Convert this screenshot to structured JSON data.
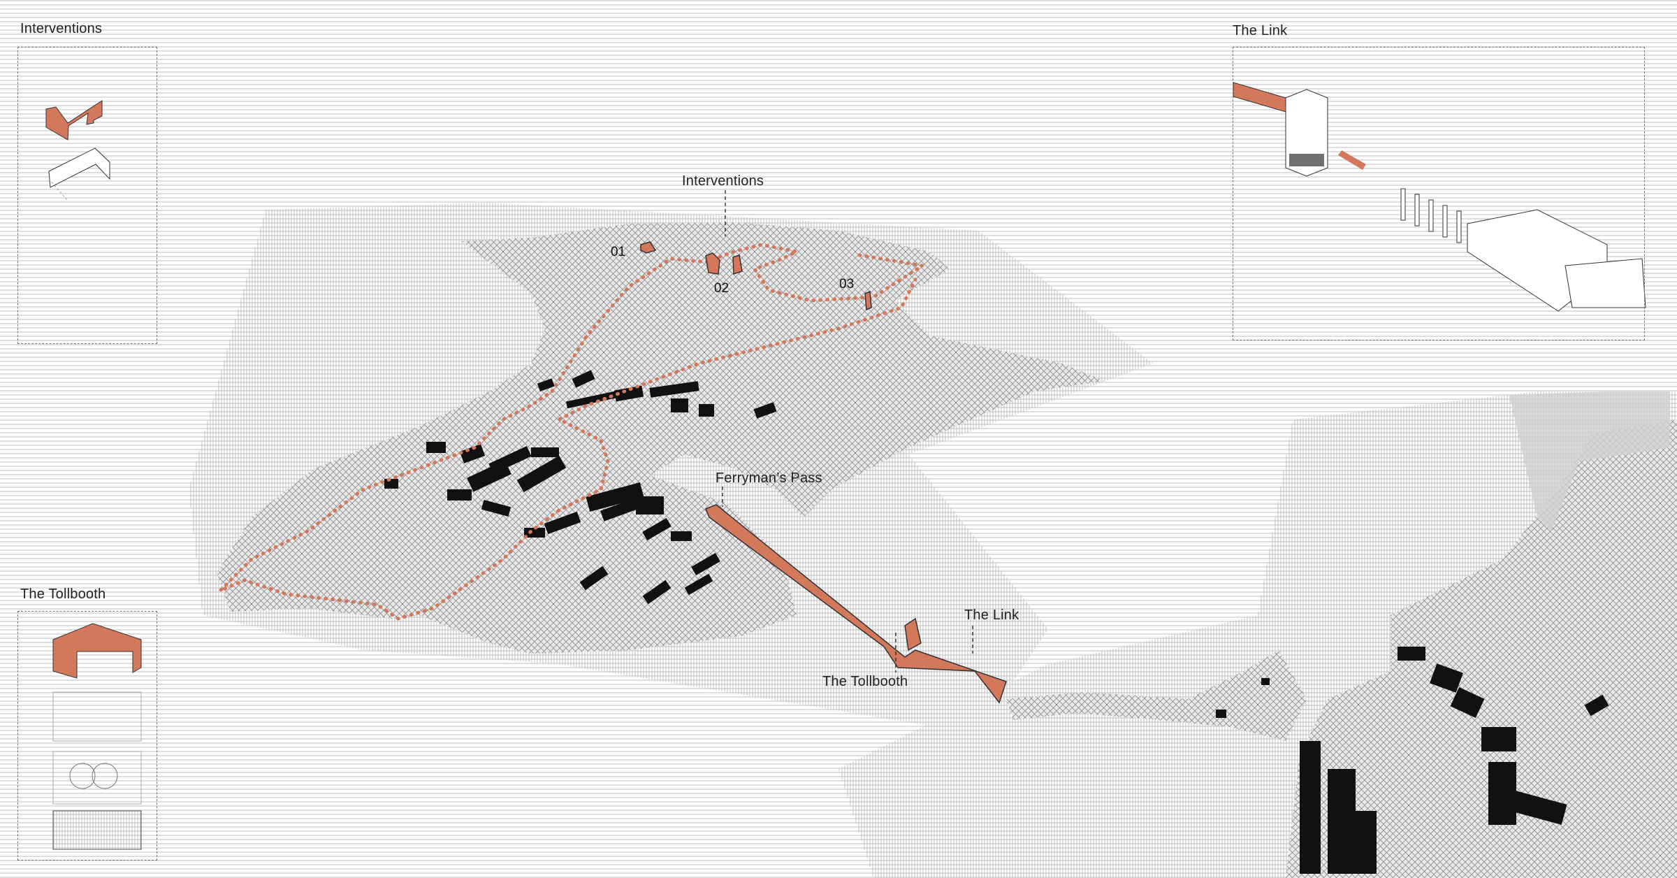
{
  "panels": {
    "interventions": {
      "title": "Interventions"
    },
    "link": {
      "title": "The Link"
    },
    "tollbooth": {
      "title": "The Tollbooth"
    }
  },
  "map_labels": {
    "interventions": "Interventions",
    "site_01": "01",
    "site_02": "02",
    "site_03": "03",
    "ferrymans_pass": "Ferryman’s Pass",
    "the_link": "The Link",
    "the_tollbooth": "The Tollbooth"
  },
  "colors": {
    "accent": "#d4785b",
    "building": "#111111",
    "hatch": "#9a9a9a"
  }
}
